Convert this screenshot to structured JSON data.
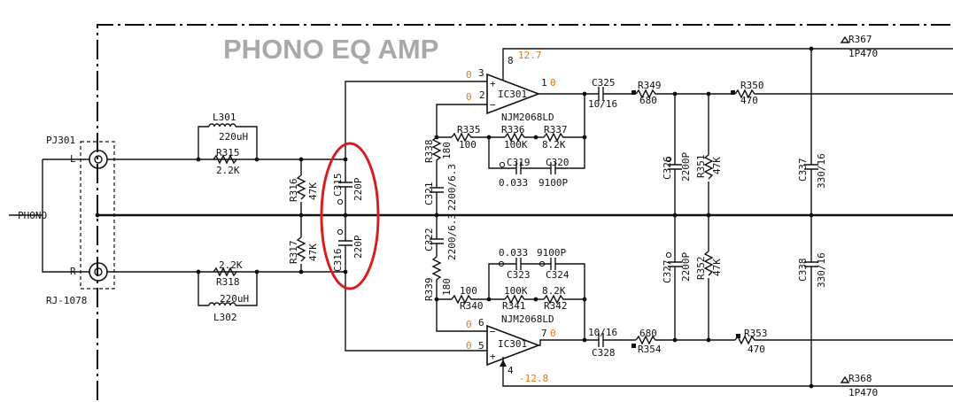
{
  "title": "PHONO EQ AMP",
  "input": {
    "jack": "PJ301",
    "left": "L",
    "right": "R",
    "label": "PHONO",
    "part": "RJ-1078"
  },
  "parts": {
    "l301": {
      "ref": "L301",
      "val": "220uH"
    },
    "r315": {
      "ref": "R315",
      "val": "2.2K"
    },
    "l302": {
      "ref": "L302",
      "val": "220uH"
    },
    "r318": {
      "ref": "R318",
      "val": "2.2K"
    },
    "r316": {
      "ref": "R316",
      "val": "47K"
    },
    "r317": {
      "ref": "R317",
      "val": "47K"
    },
    "c315": {
      "ref": "C315",
      "val": "220P"
    },
    "c316": {
      "ref": "C316",
      "val": "220P"
    },
    "r338": {
      "ref": "R338",
      "val": "180"
    },
    "c321": {
      "ref": "C321",
      "val": "2200/6.3"
    },
    "c322": {
      "ref": "C322",
      "val": "2200/6.3"
    },
    "r339": {
      "ref": "R339",
      "val": "180"
    },
    "ic_top": {
      "ref": "IC301",
      "part": "NJM2068LD"
    },
    "ic_bot": {
      "ref": "IC301",
      "part": "NJM2068LD"
    },
    "r335": {
      "ref": "R335",
      "val": "100"
    },
    "r336": {
      "ref": "R336",
      "val": "100K"
    },
    "r337": {
      "ref": "R337",
      "val": "8.2K"
    },
    "c319": {
      "ref": "C319",
      "val": "0.033"
    },
    "c320": {
      "ref": "C320",
      "val": "9100P"
    },
    "r340": {
      "ref": "R340",
      "val": "100"
    },
    "r341": {
      "ref": "R341",
      "val": "100K"
    },
    "r342": {
      "ref": "R342",
      "val": "8.2K"
    },
    "c323": {
      "ref": "C323",
      "val": "0.033"
    },
    "c324": {
      "ref": "C324",
      "val": "9100P"
    },
    "c325": {
      "ref": "C325",
      "val": "10/16"
    },
    "c328": {
      "ref": "C328",
      "val": "10/16"
    },
    "r349": {
      "ref": "R349",
      "val": "680"
    },
    "r354": {
      "ref": "R354",
      "val": "680"
    },
    "r350": {
      "ref": "R350",
      "val": "470"
    },
    "r353": {
      "ref": "R353",
      "val": "470"
    },
    "c326": {
      "ref": "C326",
      "val": "2200P"
    },
    "c327": {
      "ref": "C327",
      "val": "2200P"
    },
    "r351": {
      "ref": "R351",
      "val": "47K"
    },
    "r352": {
      "ref": "R352",
      "val": "47K"
    },
    "c337": {
      "ref": "C337",
      "val": "330/16"
    },
    "c338": {
      "ref": "C338",
      "val": "330/16"
    },
    "r367": {
      "ref": "R367",
      "val": "1P470"
    },
    "r368": {
      "ref": "R368",
      "val": "1P470"
    }
  },
  "pins": {
    "top": {
      "p3": "3",
      "p2": "2",
      "p1": "1",
      "p8": "8"
    },
    "bot": {
      "p6": "6",
      "p5": "5",
      "p7": "7",
      "p4": "4"
    }
  },
  "voltages": {
    "v_p3": "0",
    "v_p2": "0",
    "v_p1": "0",
    "v_p8": "12.7",
    "v_p6": "0",
    "v_p5": "0",
    "v_p7": "0",
    "v_p4": "-12.8"
  }
}
